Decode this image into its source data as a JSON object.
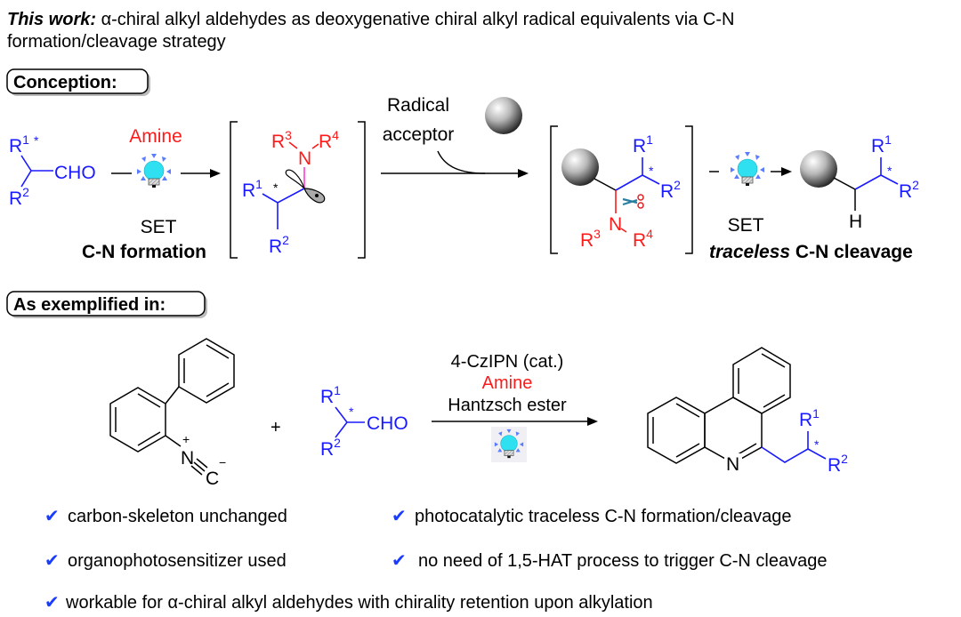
{
  "title": {
    "lead": "This work:",
    "line1": " α-chiral alkyl aldehydes as deoxygenative chiral alkyl radical equivalents via C-N",
    "line2": "formation/cleavage strategy"
  },
  "sections": {
    "conception": "Conception:",
    "exemplified": "As exemplified in:"
  },
  "labels": {
    "R": "R",
    "s1": "1",
    "s2": "2",
    "s3": "3",
    "s4": "4",
    "star": "*",
    "CHO": "CHO",
    "N": "N",
    "H": "H",
    "C": "C",
    "plus_charge": "+",
    "minus_charge": "−",
    "plus": "+"
  },
  "conception": {
    "amine": "Amine",
    "set1": "SET",
    "cn_formation": "C-N formation",
    "radical": "Radical",
    "acceptor": "acceptor",
    "set2": "SET",
    "traceless": "traceless",
    "cn_cleavage": " C-N cleavage"
  },
  "reaction": {
    "catalyst": "4-CzIPN (cat.)",
    "amine": "Amine",
    "reductant": "Hantzsch ester"
  },
  "highlights": {
    "check": "✔",
    "items": [
      "carbon-skeleton unchanged",
      "photocatalytic traceless C-N formation/cleavage",
      "organophotosensitizer used",
      "no need of 1,5-HAT process to trigger C-N cleavage",
      "workable for  α-chiral alkyl aldehydes with chirality retention upon alkylation"
    ]
  },
  "colors": {
    "blue": "#1a1aff",
    "red": "#ff1a1a",
    "bulb": "#2ee0f0"
  },
  "icons": [
    "light-bulb-icon",
    "radical-acceptor-sphere-icon",
    "scissors-icon",
    "check-icon"
  ]
}
